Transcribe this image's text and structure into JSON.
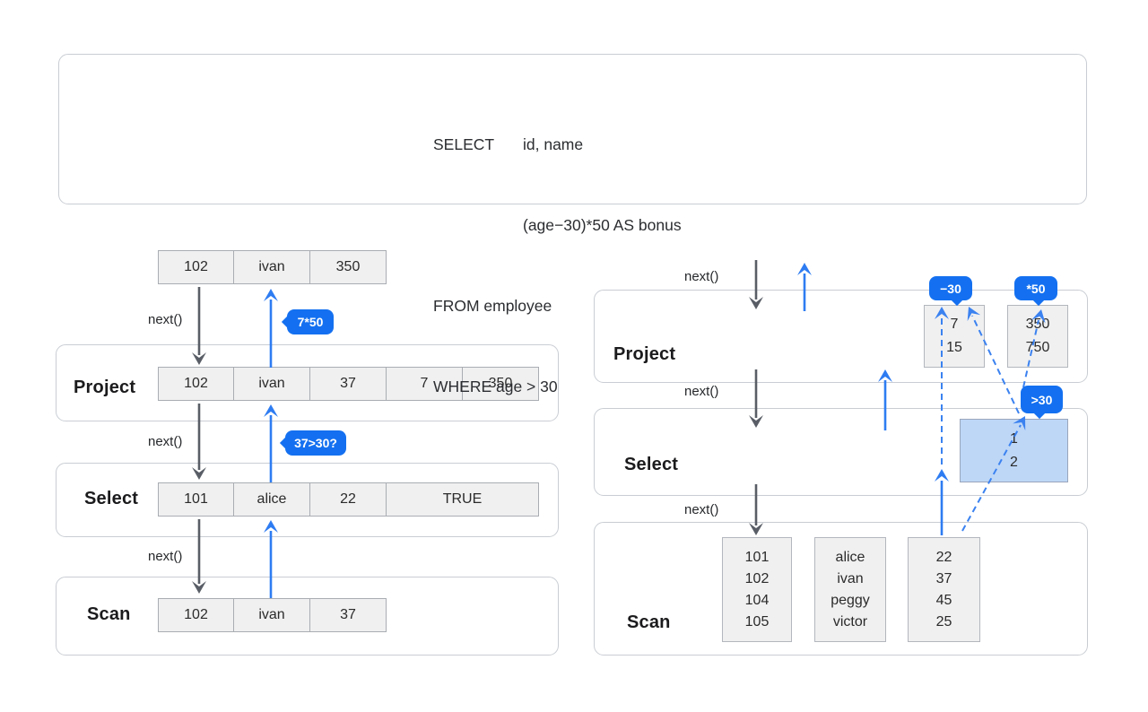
{
  "colors": {
    "badge_blue": "#1470f0",
    "arrow_blue": "#2e7cf2",
    "arrow_gray": "#595e66",
    "cell_bg": "#f0f0f1",
    "selection_vector_bg": "#bed7f7"
  },
  "sql": {
    "select_keyword": "SELECT",
    "select_columns": "id, name",
    "bonus_expr": "(age−30)*50 AS bonus",
    "from_clause": "FROM employee",
    "where_clause": "WHERE age > 30"
  },
  "next_label": "next()",
  "left": {
    "result_row": [
      "102",
      "ivan",
      "350"
    ],
    "project": {
      "label": "Project",
      "row": [
        "102",
        "ivan",
        "37",
        "7",
        "350"
      ],
      "badge": "7*50"
    },
    "select": {
      "label": "Select",
      "row": [
        "101",
        "alice",
        "22",
        "TRUE"
      ],
      "badge": "37>30?"
    },
    "scan": {
      "label": "Scan",
      "row": [
        "102",
        "ivan",
        "37"
      ]
    }
  },
  "right": {
    "project": {
      "label": "Project",
      "minus_badge": "−30",
      "times_badge": "*50",
      "minus_col": [
        "7",
        "15"
      ],
      "times_col": [
        "350",
        "750"
      ]
    },
    "select": {
      "label": "Select",
      "badge": ">30",
      "sel_col": [
        "1",
        "2"
      ]
    },
    "scan": {
      "label": "Scan",
      "id_col": [
        "101",
        "102",
        "104",
        "105"
      ],
      "name_col": [
        "alice",
        "ivan",
        "peggy",
        "victor"
      ],
      "age_col": [
        "22",
        "37",
        "45",
        "25"
      ]
    }
  }
}
